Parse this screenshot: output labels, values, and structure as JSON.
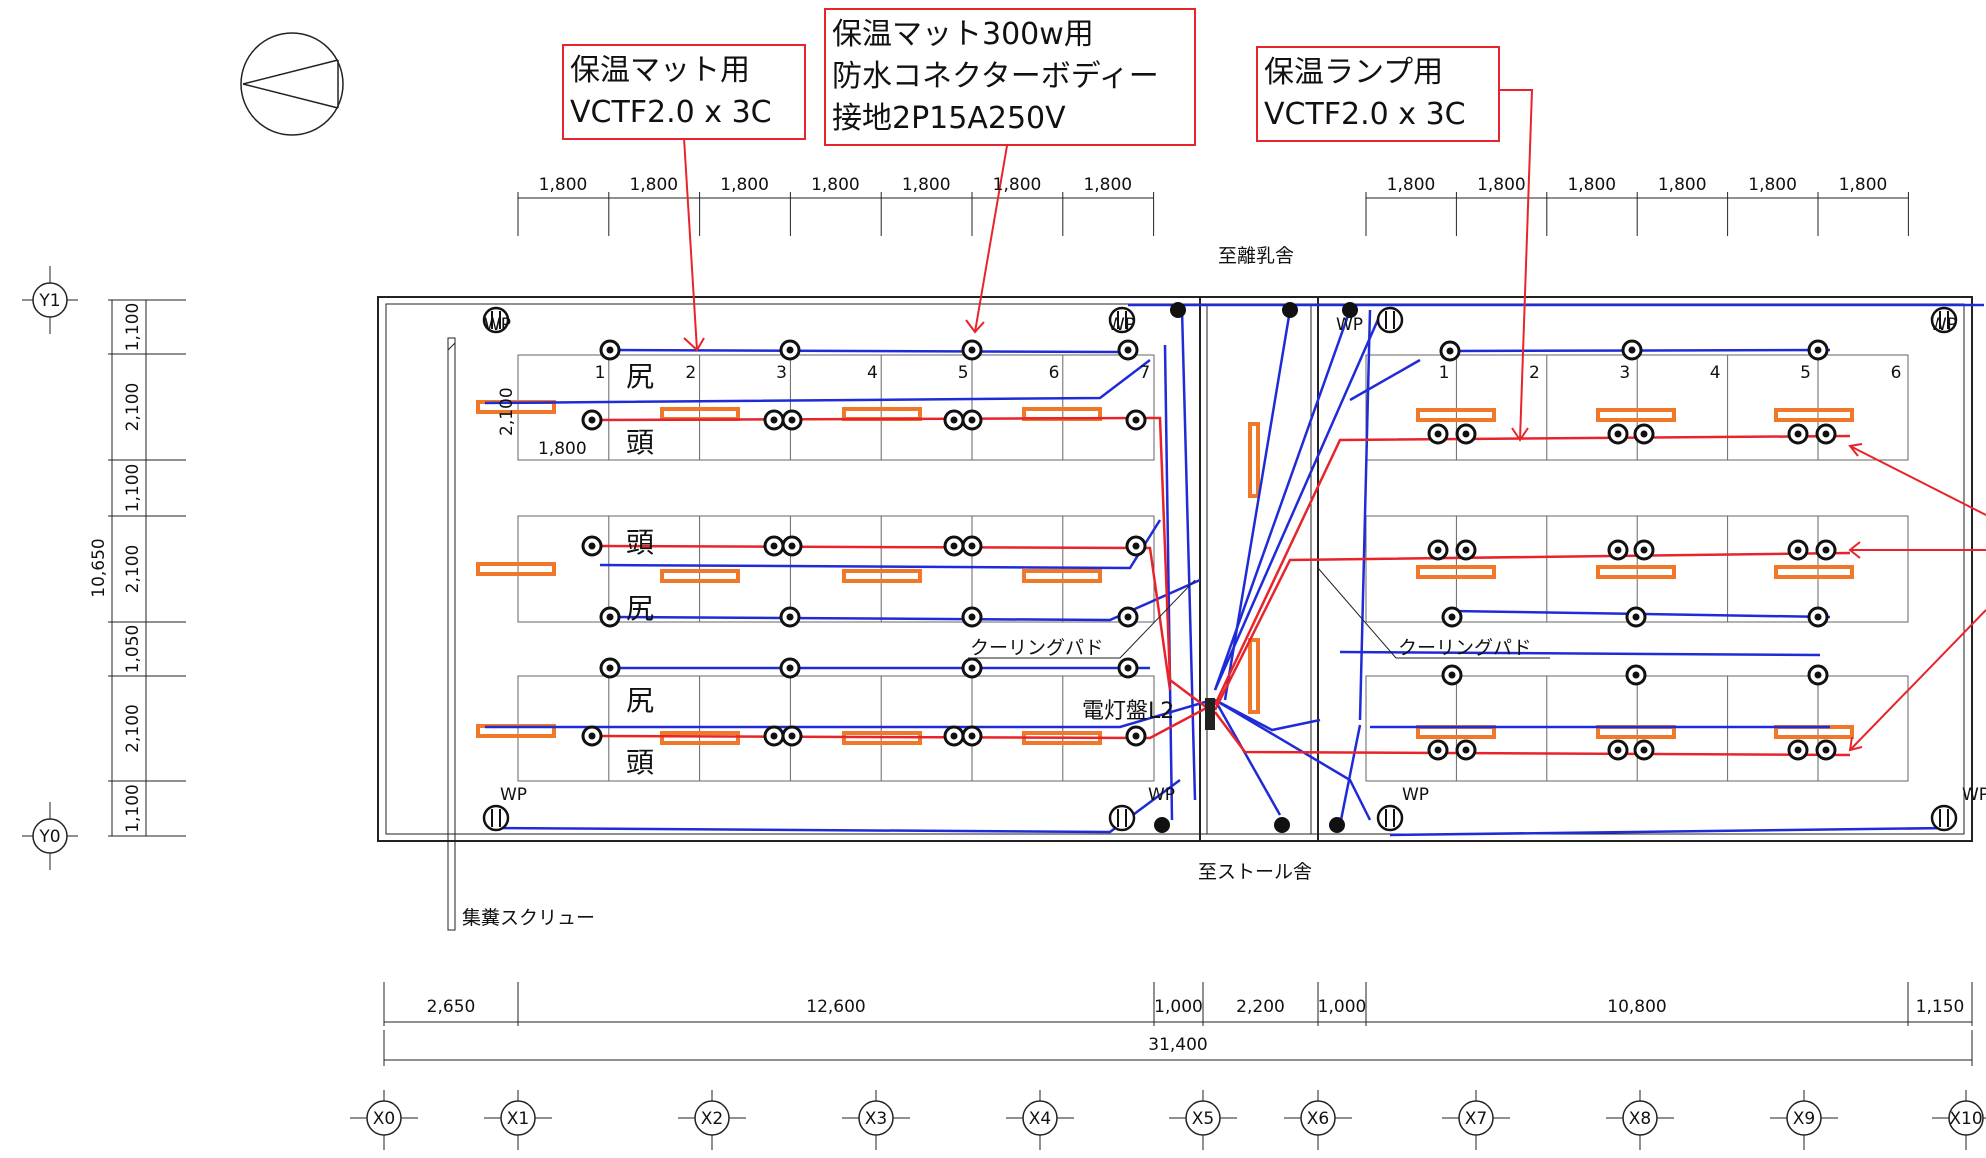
{
  "callouts": {
    "mat_cable": [
      "保温マット用",
      "VCTF2.0 x 3C"
    ],
    "mat_connector": [
      "保温マット300w用",
      "防水コネクターボディー",
      "接地2P15A250V"
    ],
    "lamp_cable": [
      "保温ランプ用",
      "VCTF2.0 x 3C"
    ]
  },
  "labels": {
    "to_milking": "至離乳舎",
    "to_stall": "至ストール舎",
    "screw": "集糞スクリュー",
    "cooling_left": "クーリングパド",
    "cooling_right": "クーリングパド",
    "panel": "電灯盤L2",
    "butt": "尻",
    "head": "頭",
    "wp": "WP",
    "small_1800": "1,800",
    "small_2100": "2,100"
  },
  "pen_numbers_left": [
    "1",
    "2",
    "3",
    "4",
    "5",
    "6",
    "7"
  ],
  "pen_numbers_right": [
    "1",
    "2",
    "3",
    "4",
    "5",
    "6"
  ],
  "top_dims_left": [
    "1,800",
    "1,800",
    "1,800",
    "1,800",
    "1,800",
    "1,800",
    "1,800"
  ],
  "top_dims_right": [
    "1,800",
    "1,800",
    "1,800",
    "1,800",
    "1,800",
    "1,800"
  ],
  "bottom_dims": [
    "2,650",
    "12,600",
    "1,000",
    "2,200",
    "1,000",
    "10,800",
    "1,150"
  ],
  "total_dim": "31,400",
  "left_dims": [
    "1,100",
    "2,100",
    "1,100",
    "2,100",
    "1,050",
    "2,100",
    "1,100"
  ],
  "total_height": "10,650",
  "axes_x": [
    "X0",
    "X1",
    "X2",
    "X3",
    "X4",
    "X5",
    "X6",
    "X7",
    "X8",
    "X9",
    "X10"
  ],
  "axes_y": [
    "Y1",
    "Y0"
  ],
  "colors": {
    "blue_wire": "#1f2bd6",
    "red_wire": "#e8242b",
    "heat_mat": "#f07828",
    "line": "#222222"
  }
}
